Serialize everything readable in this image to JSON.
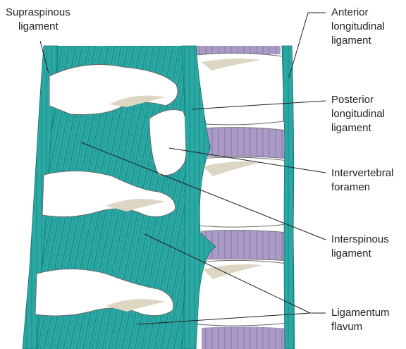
{
  "labels": {
    "supraspinous": [
      "Supraspinous",
      "ligament"
    ],
    "anterior_longitudinal": [
      "Anterior",
      "longitudinal",
      "ligament"
    ],
    "posterior_longitudinal": [
      "Posterior",
      "longitudinal",
      "ligament"
    ],
    "intervertebral_foramen": [
      "Intervertebral",
      "foramen"
    ],
    "interspinous": [
      "Interspinous",
      "ligament"
    ],
    "ligamentum_flavum": [
      "Ligamentum",
      "flavum"
    ]
  },
  "colors": {
    "ligament_teal": "#2aa9a4",
    "fiber_line": "#17706c",
    "bone": "#ffffff",
    "bone_shadow": "#dcd6c2",
    "disc_purple": "#a99ac6",
    "outline": "#6b6b6b",
    "leader_line": "#231f20",
    "text": "#231f20"
  }
}
